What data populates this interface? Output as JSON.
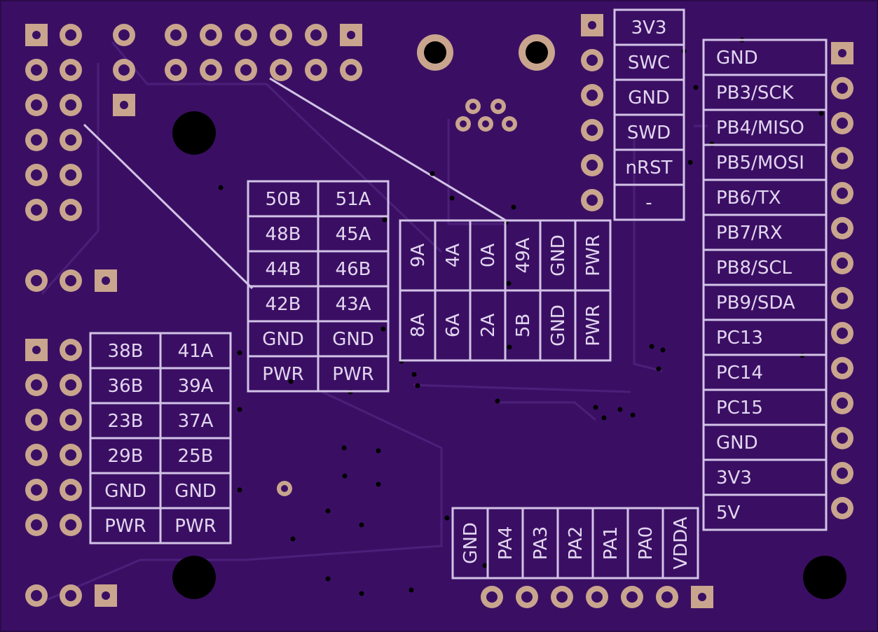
{
  "colors": {
    "board": "#3a0f63",
    "silkscreen": "#d2c3e6",
    "pad": "#c9a58e",
    "trace": "#4b1f7a"
  },
  "labels": {
    "swd_header": [
      "3V3",
      "SWC",
      "GND",
      "SWD",
      "nRST",
      "-"
    ],
    "right_header": [
      "GND",
      "PB3/SCK",
      "PB4/MISO",
      "PB5/MOSI",
      "PB6/TX",
      "PB7/RX",
      "PB8/SCL",
      "PB9/SDA",
      "PC13",
      "PC14",
      "PC15",
      "GND",
      "3V3",
      "5V"
    ],
    "center_grid": [
      [
        "50B",
        "51A"
      ],
      [
        "48B",
        "45A"
      ],
      [
        "44B",
        "46B"
      ],
      [
        "42B",
        "43A"
      ],
      [
        "GND",
        "GND"
      ],
      [
        "PWR",
        "PWR"
      ]
    ],
    "left_grid": [
      [
        "38B",
        "41A"
      ],
      [
        "36B",
        "39A"
      ],
      [
        "23B",
        "37A"
      ],
      [
        "29B",
        "25B"
      ],
      [
        "GND",
        "GND"
      ],
      [
        "PWR",
        "PWR"
      ]
    ],
    "vertical_top": [
      "9A",
      "4A",
      "0A",
      "49A",
      "GND",
      "PWR"
    ],
    "vertical_bottom": [
      "8A",
      "6A",
      "2A",
      "5B",
      "GND",
      "PWR"
    ],
    "bottom_header": [
      "GND",
      "PA4",
      "PA3",
      "PA2",
      "PA1",
      "PA0",
      "VDDA"
    ]
  }
}
